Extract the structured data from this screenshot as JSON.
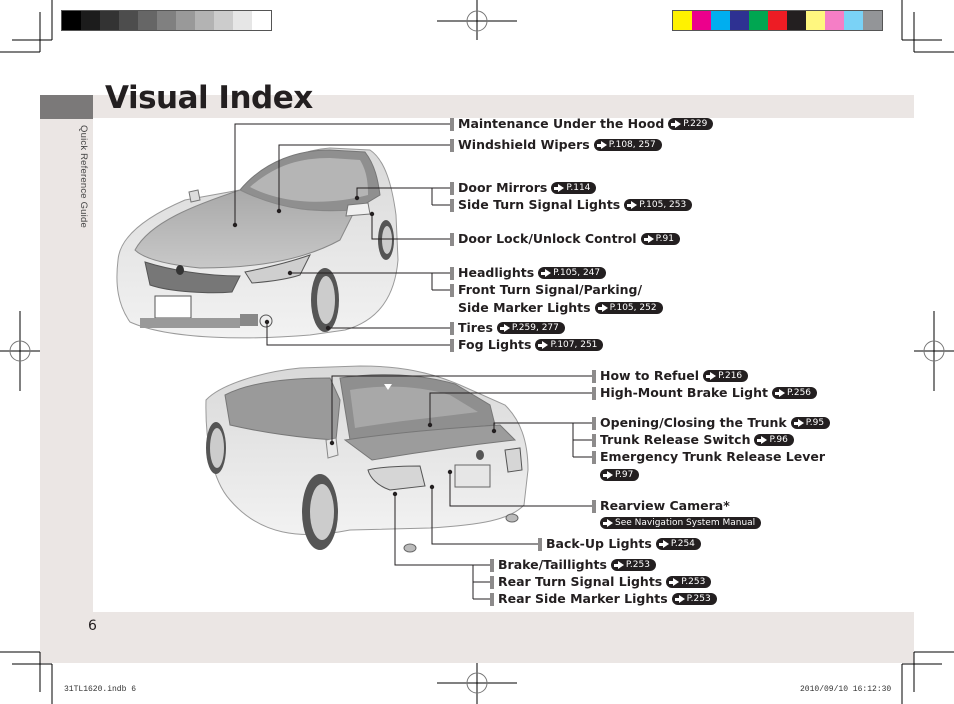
{
  "page": {
    "title": "Visual Index",
    "section_tab": "Quick Reference Guide",
    "page_number": "6",
    "footer_left": "31TL1620.indb   6",
    "footer_right": "2010/09/10   16:12:30"
  },
  "print_marks": {
    "grayscale_swatches": [
      "#000000",
      "#1c1c1c",
      "#333333",
      "#4d4d4d",
      "#666666",
      "#808080",
      "#999999",
      "#b3b3b3",
      "#cccccc",
      "#e6e6e6",
      "#ffffff"
    ],
    "color_swatches": [
      "#fff200",
      "#ec008c",
      "#00aeef",
      "#2e3192",
      "#00a651",
      "#ed1c24",
      "#231f20",
      "#fff77f",
      "#f57ec6",
      "#7ad2f6",
      "#939598"
    ]
  },
  "front_view": {
    "image": "front-three-quarter-car-illustration",
    "callouts": [
      {
        "label": "Maintenance Under the Hood",
        "ref": "P.229"
      },
      {
        "label": "Windshield Wipers",
        "ref": "P.108, 257"
      },
      {
        "label": "Door Mirrors",
        "ref": "P.114"
      },
      {
        "label": "Side Turn Signal Lights",
        "ref": "P.105, 253"
      },
      {
        "label": "Door Lock/Unlock Control",
        "ref": "P.91"
      },
      {
        "label": "Headlights",
        "ref": "P.105, 247"
      },
      {
        "label": "Front Turn Signal/Parking/",
        "ref": ""
      },
      {
        "label": "Side Marker Lights",
        "ref": "P.105, 252"
      },
      {
        "label": "Tires",
        "ref": "P.259, 277"
      },
      {
        "label": "Fog Lights",
        "ref": "P.107, 251"
      }
    ]
  },
  "rear_view": {
    "image": "rear-three-quarter-car-illustration",
    "callouts": [
      {
        "label": "How to Refuel",
        "ref": "P.216"
      },
      {
        "label": "High-Mount Brake Light",
        "ref": "P.256"
      },
      {
        "label": "Opening/Closing the Trunk",
        "ref": "P.95"
      },
      {
        "label": "Trunk Release Switch",
        "ref": "P.96"
      },
      {
        "label": "Emergency Trunk Release Lever",
        "ref": ""
      },
      {
        "label": "",
        "ref": "P.97"
      },
      {
        "label": "Rearview Camera*",
        "ref": ""
      },
      {
        "label": "",
        "ref": "See Navigation System Manual"
      },
      {
        "label": "Back-Up Lights",
        "ref": "P.254"
      },
      {
        "label": "Brake/Taillights",
        "ref": "P.253"
      },
      {
        "label": "Rear Turn Signal Lights",
        "ref": "P.253"
      },
      {
        "label": "Rear Side Marker Lights",
        "ref": "P.253"
      }
    ]
  }
}
